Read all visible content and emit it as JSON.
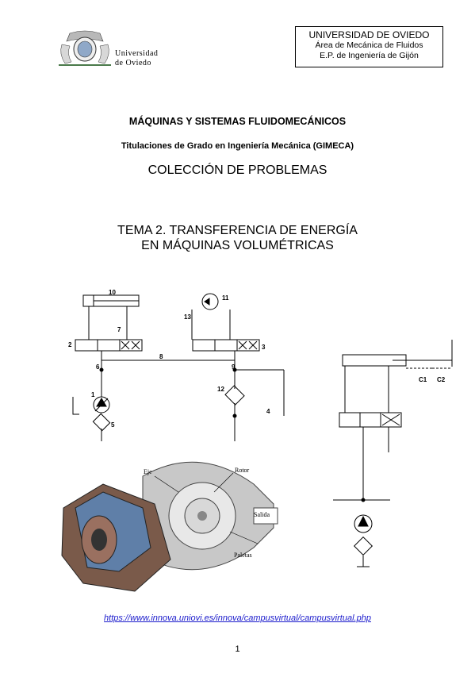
{
  "header": {
    "logo_text_line1": "Universidad",
    "logo_text_line2": "de Oviedo",
    "box_line1": "UNIVERSIDAD DE OVIEDO",
    "box_line2": "Área de Mecánica de Fluidos",
    "box_line3": "E.P. de Ingeniería de Gijón"
  },
  "document": {
    "course_title": "MÁQUINAS Y SISTEMAS FLUIDOMECÁNICOS",
    "degree_line": "Titulaciones de Grado en Ingeniería Mecánica (GIMECA)",
    "collection_title": "COLECCIÓN DE PROBLEMAS",
    "topic_line1": "TEMA 2. TRANSFERENCIA DE ENERGÍA",
    "topic_line2": "EN MÁQUINAS VOLUMÉTRICAS"
  },
  "circuit_left": {
    "labels": [
      "10",
      "7",
      "2",
      "8",
      "6",
      "1",
      "5",
      "11",
      "13",
      "3",
      "9",
      "12",
      "4"
    ]
  },
  "circuit_right": {
    "labels": [
      "C1",
      "C2"
    ]
  },
  "pump_figure": {
    "labels": [
      "Eje",
      "Rotor",
      "Salida",
      "Paletas"
    ]
  },
  "footer": {
    "url": "https://www.innova.uniovi.es/innova/campusvirtual/campusvirtual.php",
    "page_number": "1"
  }
}
